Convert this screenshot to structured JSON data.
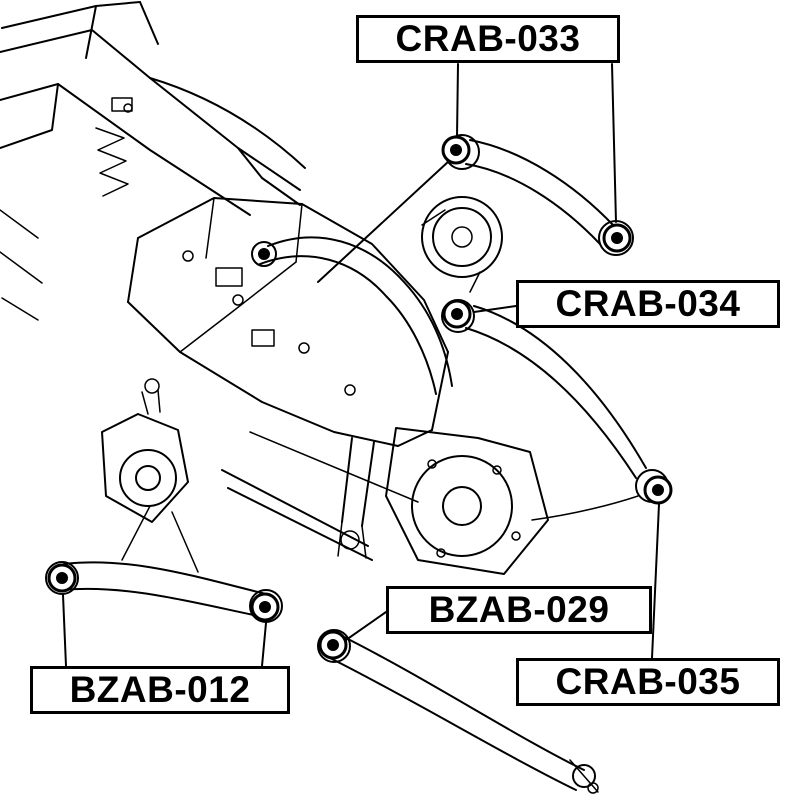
{
  "diagram": {
    "description": "Rear suspension subframe exploded parts diagram with bushing callouts",
    "colors": {
      "line": "#000000",
      "background": "#ffffff"
    },
    "labels": {
      "crab033": "CRAB-033",
      "crab034": "CRAB-034",
      "crab035": "CRAB-035",
      "bzab029": "BZAB-029",
      "bzab012": "BZAB-012"
    }
  }
}
